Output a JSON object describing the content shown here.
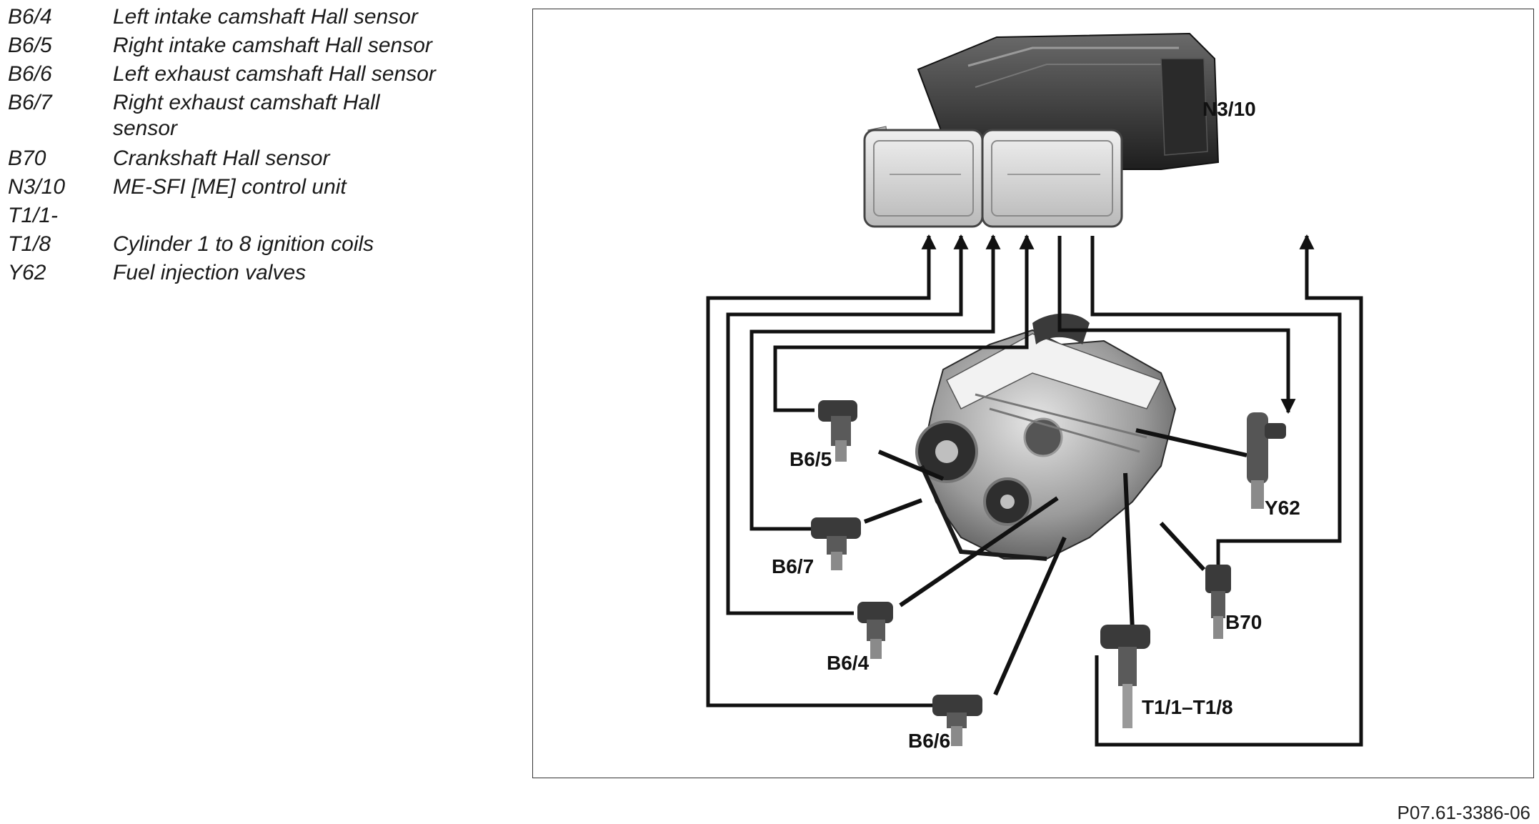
{
  "legend": [
    {
      "code": "B6/4",
      "desc": "Left intake camshaft Hall sensor"
    },
    {
      "code": "B6/5",
      "desc": "Right intake camshaft Hall sensor"
    },
    {
      "code": "B6/6",
      "desc": "Left exhaust camshaft Hall sensor"
    },
    {
      "code": "B6/7",
      "desc": "Right exhaust camshaft Hall sensor"
    },
    {
      "code": "B70",
      "desc": "Crankshaft Hall sensor"
    },
    {
      "code": "N3/10",
      "desc": "ME-SFI [ME] control unit"
    },
    {
      "code": "T1/1-",
      "desc": ""
    },
    {
      "code": "T1/8",
      "desc": "Cylinder 1 to 8 ignition coils"
    },
    {
      "code": "Y62",
      "desc": "Fuel injection valves"
    }
  ],
  "diagram": {
    "labels": {
      "control_unit": "N3/10",
      "b6_5": "B6/5",
      "b6_7": "B6/7",
      "b6_4": "B6/4",
      "b6_6": "B6/6",
      "y62": "Y62",
      "b70": "B70",
      "t1": "T1/1–T1/8"
    }
  },
  "figure_id": "P07.61-3386-06"
}
